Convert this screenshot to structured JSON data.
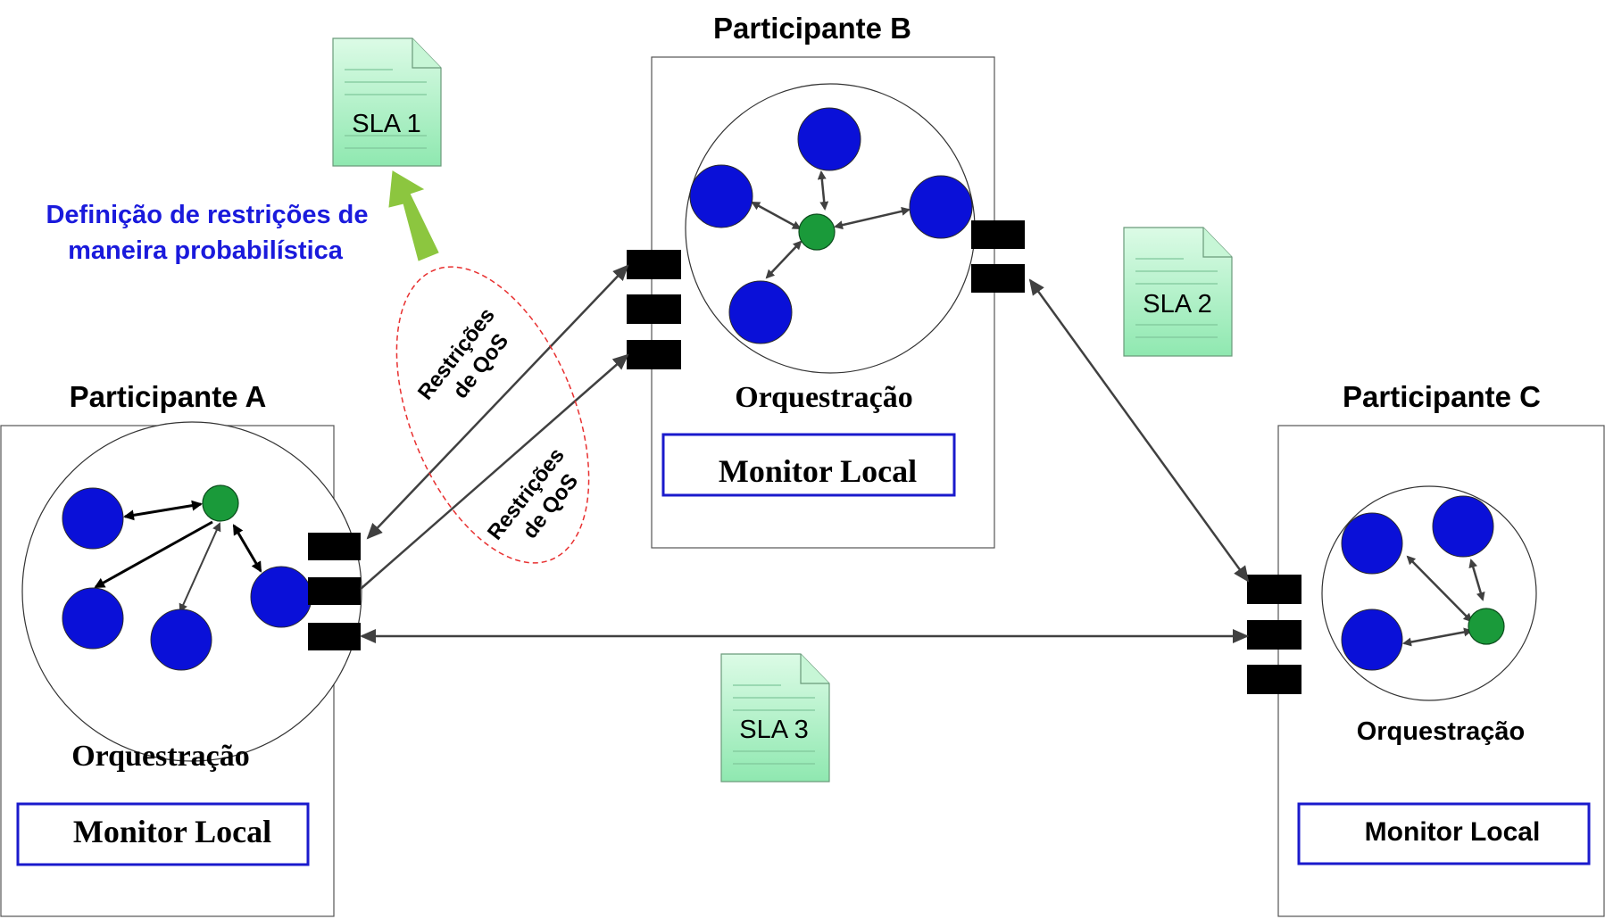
{
  "participants": {
    "a": {
      "title": "Participante A",
      "orchestration": "Orquestração",
      "monitor": "Monitor Local"
    },
    "b": {
      "title": "Participante B",
      "orchestration": "Orquestração",
      "monitor": "Monitor Local"
    },
    "c": {
      "title": "Participante C",
      "orchestration": "Orquestração",
      "monitor": "Monitor Local"
    }
  },
  "slas": {
    "sla1": "SLA 1",
    "sla2": "SLA 2",
    "sla3": "SLA 3"
  },
  "annotation": {
    "line1": "Definição de restrições de",
    "line2": "maneira probabilística"
  },
  "qos_labels": {
    "upper": {
      "line1": "Restrições",
      "line2": "de QoS"
    },
    "lower": {
      "line1": "Restrições",
      "line2": "de QoS"
    }
  },
  "colors": {
    "service_node": "#0a10d8",
    "orchestrator_node": "#1a9a3a",
    "monitor_border": "#1a1acc",
    "annotation_text": "#1a1adc",
    "document_fill": "#aef0c6",
    "up_arrow": "#8cc63f",
    "qos_ellipse": "#e83030"
  }
}
